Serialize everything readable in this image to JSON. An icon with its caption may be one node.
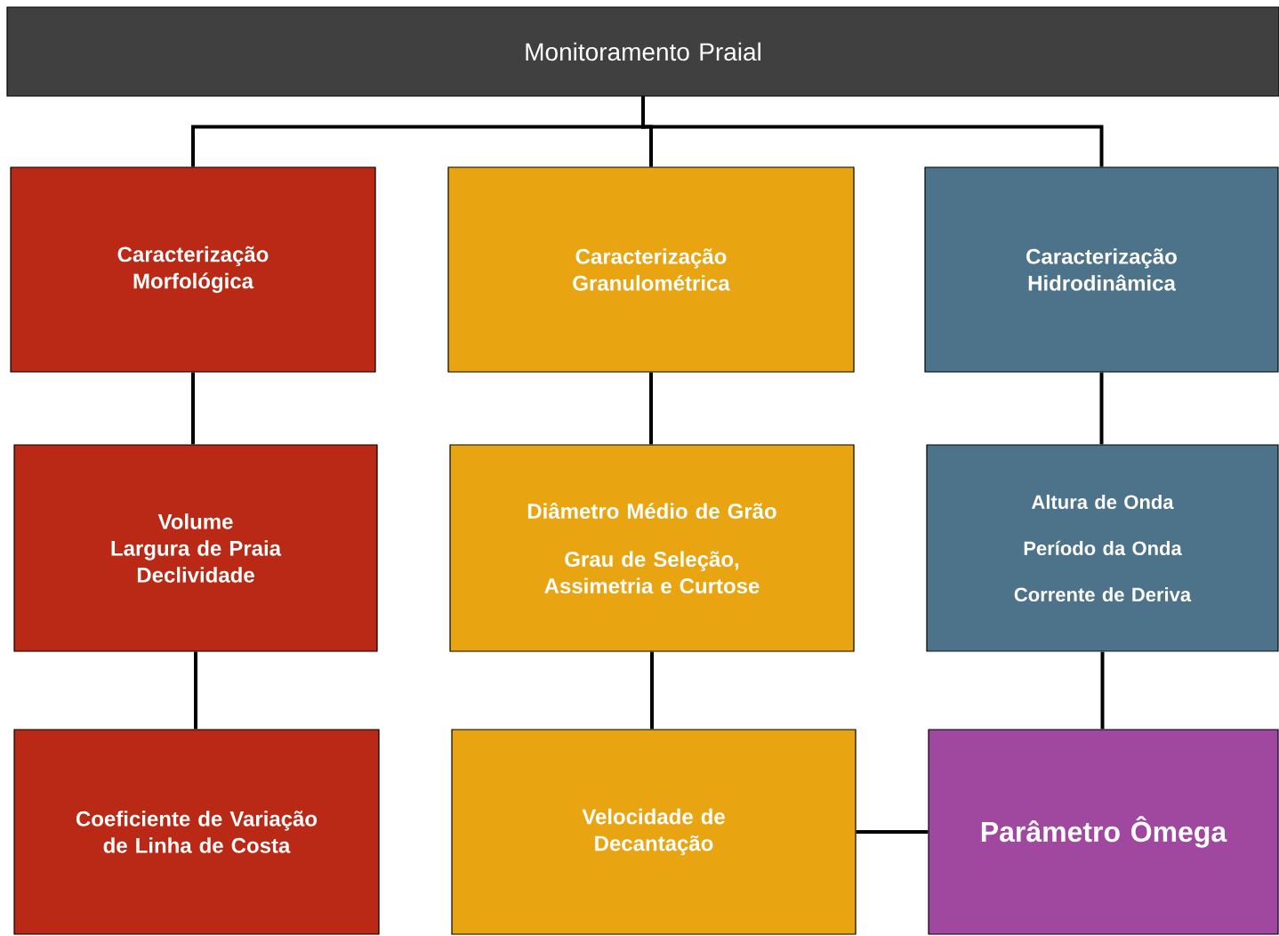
{
  "diagram": {
    "nodes": [
      {
        "text": [
          "Monitoramento Praial"
        ]
      },
      {
        "text": [
          "Caracterização Morfológica"
        ]
      },
      {
        "text": [
          "Caracterização Granulométrica"
        ]
      },
      {
        "text": [
          "Caracterização Hidrodinâmica"
        ]
      },
      {
        "text": [
          "Volume",
          "Largura de Praia",
          "Declividade"
        ]
      },
      {
        "text": [
          "Diâmetro Médio de Grão",
          "Grau de Seleção, Assimetria e Curtose"
        ]
      },
      {
        "text": [
          "Altura de Onda",
          "Período da Onda",
          "Corrente de Deriva"
        ]
      },
      {
        "text": [
          "Coeficiente de Variação de Linha de Costa"
        ]
      },
      {
        "text": [
          "Velocidade de Decantação"
        ]
      },
      {
        "text": [
          "Parâmetro Ômega"
        ]
      }
    ],
    "edges": [
      {
        "from": 0,
        "to": 1,
        "arrow": "none"
      },
      {
        "from": 0,
        "to": 2,
        "arrow": "none"
      },
      {
        "from": 0,
        "to": 3,
        "arrow": "none"
      },
      {
        "from": 1,
        "to": 4,
        "arrow": "none"
      },
      {
        "from": 2,
        "to": 5,
        "arrow": "none"
      },
      {
        "from": 3,
        "to": 6,
        "arrow": "none"
      },
      {
        "from": 4,
        "to": 7,
        "arrow": "none"
      },
      {
        "from": 5,
        "to": 8,
        "arrow": "none"
      },
      {
        "from": 6,
        "to": 9,
        "arrow": "none"
      },
      {
        "from": 8,
        "to": 9,
        "arrow": "none"
      }
    ]
  }
}
